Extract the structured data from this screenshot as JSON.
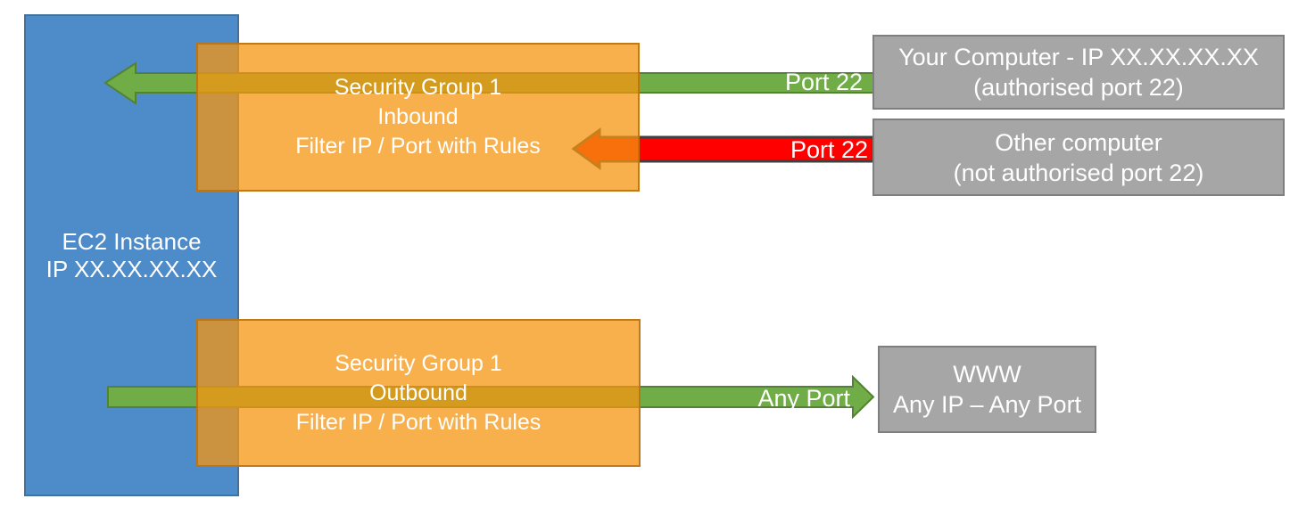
{
  "colors": {
    "blue_fill": "#4E8BC9",
    "blue_border": "#41719C",
    "orange_fill": "rgba(246,150,16,0.75)",
    "orange_border": "rgba(186,112,15,0.85)",
    "green_fill": "#70AD47",
    "green_border": "#548235",
    "red_fill": "#FF0000",
    "red_border": "#404040",
    "gray_fill": "#A6A6A6",
    "gray_border": "#7F7F7F"
  },
  "ec2_instance": {
    "title": "EC2 Instance",
    "ip": "IP XX.XX.XX.XX"
  },
  "security_group_inbound": {
    "name": "Security Group 1",
    "direction": "Inbound",
    "description": "Filter IP / Port with Rules"
  },
  "security_group_outbound": {
    "name": "Security Group 1",
    "direction": "Outbound",
    "description": "Filter IP / Port with Rules"
  },
  "your_computer": {
    "title": "Your Computer - IP XX.XX.XX.XX",
    "subtitle": "(authorised port 22)"
  },
  "other_computer": {
    "title": "Other computer",
    "subtitle": "(not authorised port 22)"
  },
  "www": {
    "title": "WWW",
    "subtitle": "Any IP – Any Port"
  },
  "arrow_labels": {
    "inbound_allowed": "Port 22",
    "inbound_blocked": "Port 22",
    "outbound": "Any Port"
  }
}
